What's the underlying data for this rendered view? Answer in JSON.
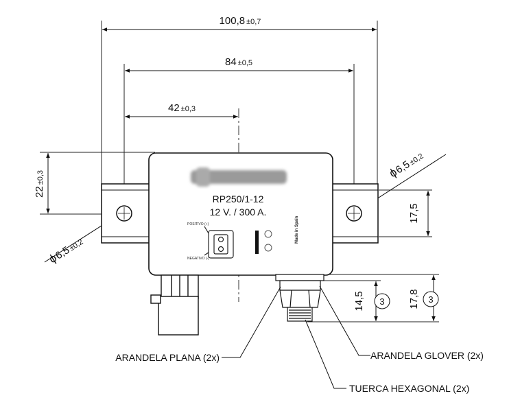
{
  "dimensions": {
    "overall_width": {
      "value": "100,8",
      "tol": "±0,7"
    },
    "hole_spacing": {
      "value": "84",
      "tol": "±0,5"
    },
    "center_offset": {
      "value": "42",
      "tol": "±0,3"
    },
    "body_height": {
      "value": "22",
      "tol": "±0,3"
    },
    "hole_left": {
      "prefix": "ϕ",
      "value": "6,5",
      "tol": "±0,2"
    },
    "hole_right": {
      "prefix": "ϕ",
      "value": "6,5",
      "tol": "±0,2"
    },
    "flange_height": {
      "value": "17,5"
    },
    "stud_height": {
      "value": "14,5",
      "note": "3"
    },
    "stud_total": {
      "value": "17,8",
      "note": "3"
    }
  },
  "label": {
    "model": "RP250/1-12",
    "rating": "12 V. / 300 A.",
    "positive": "POSITIVO (+)",
    "negative": "NEGATIVO (-)",
    "origin": "Made in Spain"
  },
  "callouts": {
    "flat_washer": "ARANDELA PLANA (2x)",
    "glover_washer": "ARANDELA GLOVER (2x)",
    "hex_nut": "TUERCA HEXAGONAL (2x)"
  }
}
